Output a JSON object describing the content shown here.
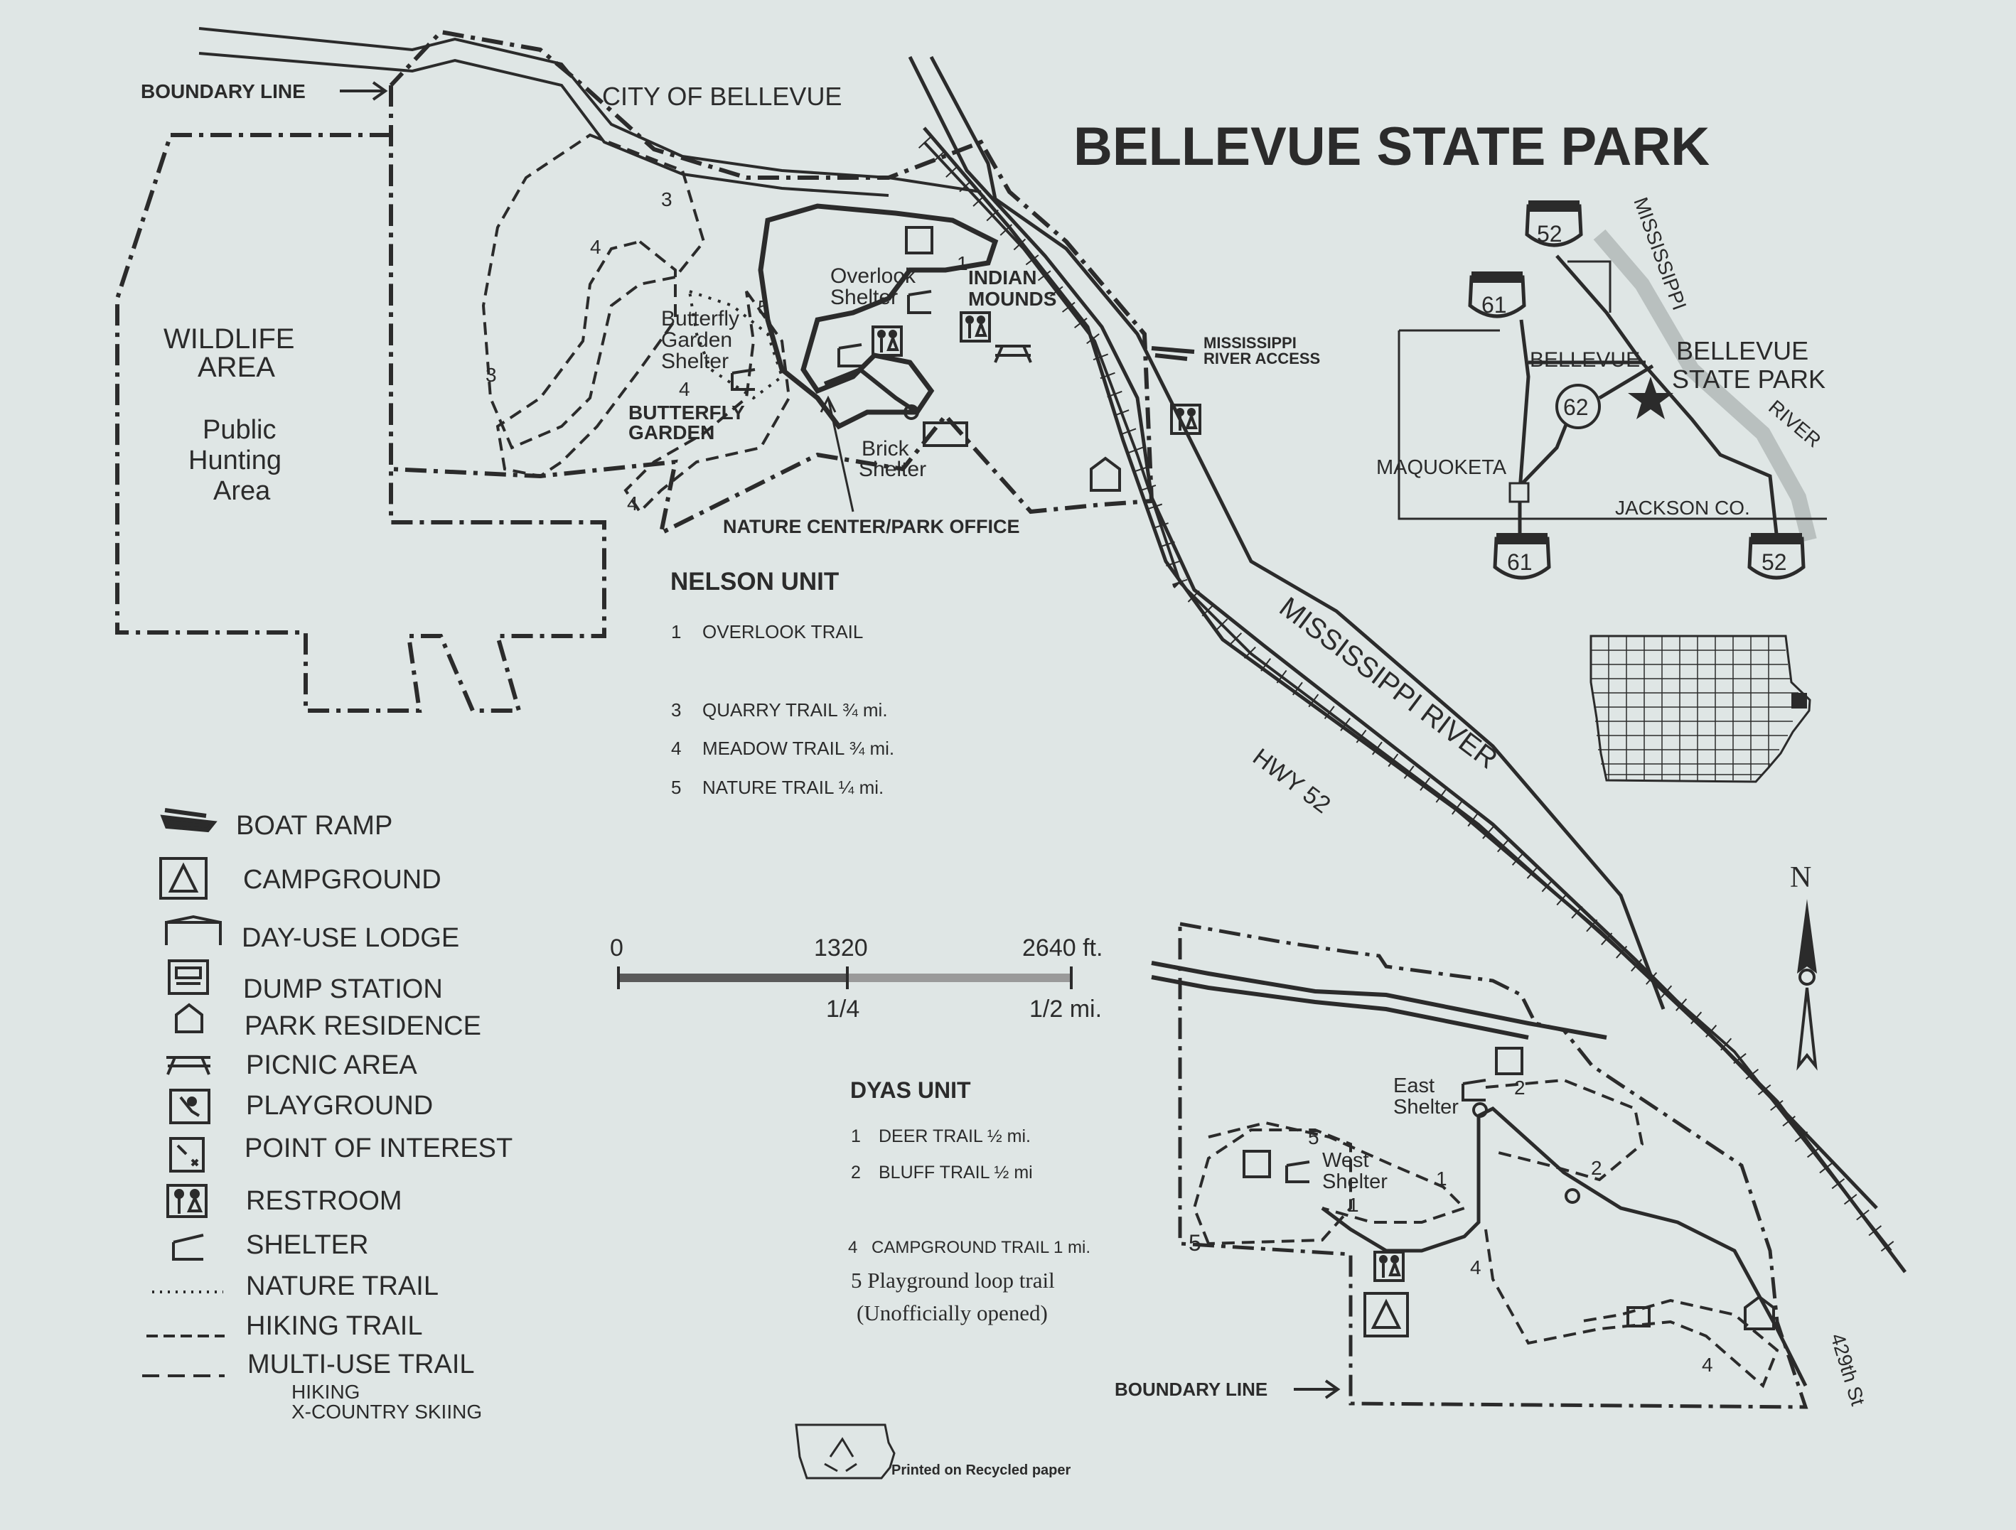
{
  "title": "BELLEVUE STATE PARK",
  "labels": {
    "boundary_line_top": "BOUNDARY LINE",
    "city": "CITY OF BELLEVUE",
    "wildlife_1": "WILDLIFE",
    "wildlife_2": "AREA",
    "hunting_1": "Public",
    "hunting_2": "Hunting",
    "hunting_3": "Area",
    "overlook_1": "Overlook",
    "overlook_2": "Shelter",
    "mounds_1": "INDIAN",
    "mounds_2": "MOUNDS",
    "butterfly_shelter_1": "Butterfly",
    "butterfly_shelter_2": "Garden",
    "butterfly_shelter_3": "Shelter",
    "butterfly_garden_1": "BUTTERFLY",
    "butterfly_garden_2": "GARDEN",
    "brick_1": "Brick",
    "brick_2": "Shelter",
    "nature_center": "NATURE CENTER/PARK OFFICE",
    "river_access_1": "MISSISSIPPI",
    "river_access_2": "RIVER ACCESS",
    "river": "MISSISSIPPI RIVER",
    "hwy": "HWY 52",
    "east_shelter_1": "East",
    "east_shelter_2": "Shelter",
    "west_shelter_1": "West",
    "west_shelter_2": "Shelter",
    "boundary_line_bottom": "BOUNDARY LINE",
    "street": "429th St",
    "north": "N",
    "recycled": "Printed on Recycled paper"
  },
  "trail_numbers": {
    "n3a": "3",
    "n4a": "4",
    "n4b": "4",
    "n5": "5",
    "n3b": "3",
    "n4c": "4",
    "n1": "1",
    "d2a": "2",
    "d5a": "5",
    "d1a": "1",
    "d1b": "1",
    "d2b": "2",
    "d5b": "5",
    "d4a": "4",
    "d4b": "4"
  },
  "nelson_unit": {
    "heading": "NELSON UNIT",
    "trails": [
      {
        "num": "1",
        "name": "OVERLOOK TRAIL"
      },
      {
        "num": "3",
        "name": "QUARRY TRAIL ¾ mi."
      },
      {
        "num": "4",
        "name": "MEADOW TRAIL ¾ mi."
      },
      {
        "num": "5",
        "name": "NATURE TRAIL ¼ mi."
      }
    ]
  },
  "dyas_unit": {
    "heading": "DYAS UNIT",
    "trails": [
      {
        "num": "1",
        "name": "DEER TRAIL ½ mi."
      },
      {
        "num": "2",
        "name": "BLUFF TRAIL ½ mi"
      },
      {
        "num": "4",
        "name": "CAMPGROUND TRAIL 1 mi."
      }
    ],
    "note_1": "5 Playground loop trail",
    "note_2": "(Unofficially opened)"
  },
  "scale": {
    "ft_0": "0",
    "ft_1": "1320",
    "ft_2": "2640 ft.",
    "mi_1": "1/4",
    "mi_2": "1/2 mi."
  },
  "legend": [
    {
      "icon": "boat-ramp-icon",
      "label": "BOAT RAMP"
    },
    {
      "icon": "campground-icon",
      "label": "CAMPGROUND"
    },
    {
      "icon": "day-use-lodge-icon",
      "label": "DAY-USE LODGE"
    },
    {
      "icon": "dump-station-icon",
      "label": "DUMP STATION"
    },
    {
      "icon": "park-residence-icon",
      "label": "PARK RESIDENCE"
    },
    {
      "icon": "picnic-area-icon",
      "label": "PICNIC AREA"
    },
    {
      "icon": "playground-icon",
      "label": "PLAYGROUND"
    },
    {
      "icon": "point-of-interest-icon",
      "label": "POINT OF INTEREST"
    },
    {
      "icon": "restroom-icon",
      "label": "RESTROOM"
    },
    {
      "icon": "shelter-icon",
      "label": "SHELTER"
    },
    {
      "icon": "nature-trail-line",
      "label": "NATURE TRAIL"
    },
    {
      "icon": "hiking-trail-line",
      "label": "HIKING TRAIL"
    },
    {
      "icon": "multi-use-trail-line",
      "label": "MULTI-USE TRAIL"
    }
  ],
  "legend_sub_1": "HIKING",
  "legend_sub_2": "X-COUNTRY SKIING",
  "inset": {
    "shield_52_top": "52",
    "shield_61_top": "61",
    "shield_62": "62",
    "shield_61_bottom": "61",
    "shield_52_bottom": "52",
    "bellevue": "BELLEVUE",
    "park_1": "BELLEVUE",
    "park_2": "STATE PARK",
    "maquoketa": "MAQUOKETA",
    "jackson": "JACKSON CO.",
    "river_1": "MISSISSIPPI",
    "river_2": "RIVER"
  },
  "colors": {
    "background": "#dfe6e5",
    "ink": "#2b2b2b",
    "river_shade": "#b9c0bf"
  }
}
